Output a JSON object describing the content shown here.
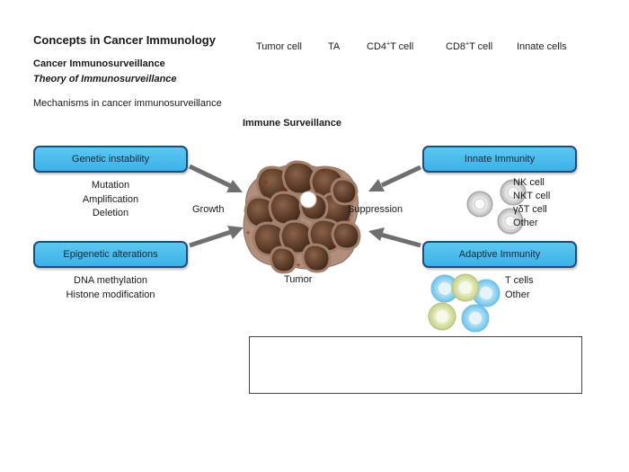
{
  "page": {
    "title": "Concepts in Cancer Immunology",
    "subtitle": "Cancer Immunosurveillance",
    "subtitle_italic": "Theory of Immunosurveillance",
    "section_label": "Mechanisms in cancer immunosurveillance",
    "diagram_title": "Immune Surveillance"
  },
  "left": {
    "genetic": {
      "label": "Genetic instability",
      "items": [
        "Mutation",
        "Amplification",
        "Deletion"
      ]
    },
    "epigenetic": {
      "label": "Epigenetic alterations",
      "items": [
        "DNA methylation",
        "Histone modification"
      ]
    }
  },
  "right": {
    "innate": {
      "label": "Innate Immunity",
      "items": [
        "NK cell",
        "NKT cell",
        "γδT cell",
        "Other"
      ]
    },
    "adaptive": {
      "label": "Adaptive Immunity",
      "items": [
        "T cells",
        "Other"
      ]
    }
  },
  "center": {
    "growth": "Growth",
    "suppression": "Suppression",
    "tumor": "Tumor"
  },
  "legend": {
    "tumor_cell": "Tumor cell",
    "ta": "TA",
    "cd4_prefix": "CD4",
    "cd4_sup": "+",
    "cd4_suffix": "T cell",
    "cd8_prefix": "CD8",
    "cd8_sup": "+",
    "cd8_suffix": "T cell",
    "innate": "Innate cells",
    "ta_symbol": "+"
  },
  "colors": {
    "pill_fill": "#45bbec",
    "pill_border": "#1f4c7a",
    "tumor": "#6b4a35",
    "tumor_rim": "#a17f6b",
    "ta": "#8b1c1c",
    "cd4": "#8fd0ee",
    "cd8": "#d9e3a6",
    "innate": "#dcdcdc",
    "arrow": "#6f6f6f"
  }
}
